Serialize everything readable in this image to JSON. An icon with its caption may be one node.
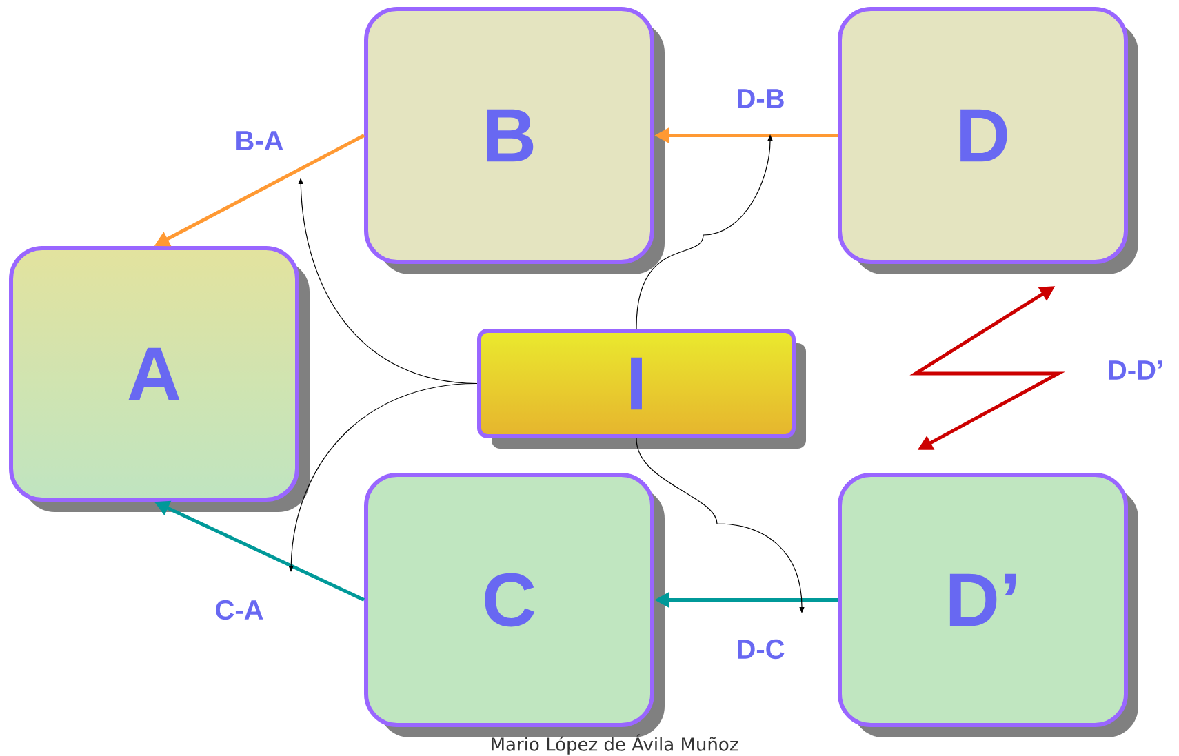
{
  "diagram": {
    "nodes": [
      {
        "text": [
          "B"
        ]
      },
      {
        "text": [
          "D"
        ]
      },
      {
        "text": [
          "A"
        ]
      },
      {
        "text": [
          "I"
        ]
      },
      {
        "text": [
          "C"
        ]
      },
      {
        "text": [
          "D’"
        ]
      }
    ],
    "edges": [
      {
        "from": 0,
        "to": 2,
        "arrow": "to",
        "label": "B-A",
        "color": "#ff9933"
      },
      {
        "from": 1,
        "to": 0,
        "arrow": "to",
        "label": "D-B",
        "color": "#ff9933"
      },
      {
        "from": 4,
        "to": 2,
        "arrow": "to",
        "label": "C-A",
        "color": "#009999"
      },
      {
        "from": 5,
        "to": 4,
        "arrow": "to",
        "label": "D-C",
        "color": "#009999"
      },
      {
        "from": 1,
        "to": 5,
        "arrow": "both",
        "label": "D-D’",
        "color": "#cc0000"
      },
      {
        "from": 3,
        "to": null,
        "arrow": "to",
        "color": "#000000"
      },
      {
        "from": 3,
        "to": null,
        "arrow": "to",
        "color": "#000000"
      },
      {
        "from": 3,
        "to": null,
        "arrow": "to",
        "color": "#000000"
      },
      {
        "from": 3,
        "to": null,
        "arrow": "to",
        "color": "#000000"
      }
    ],
    "labels": [
      "Mario López de Ávila Muñoz"
    ]
  }
}
